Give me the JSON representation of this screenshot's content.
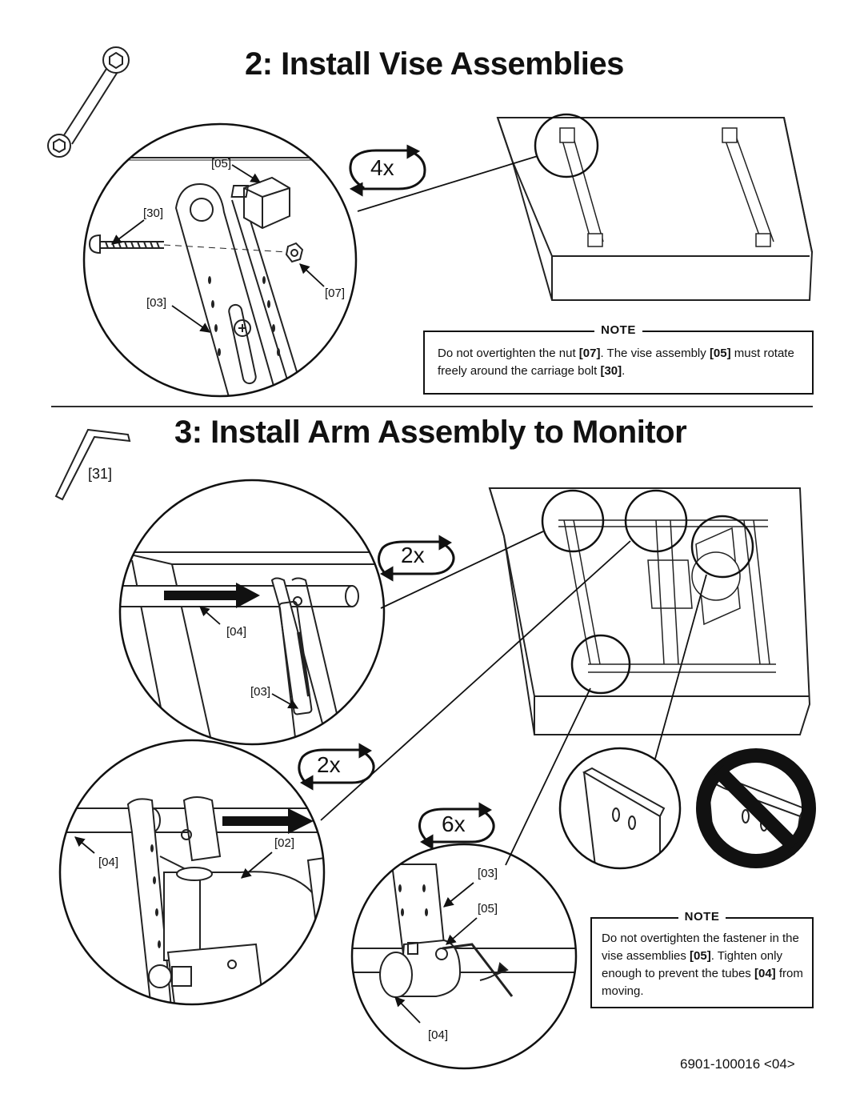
{
  "section2": {
    "title": "2: Install Vise Assemblies",
    "repeat": "4x",
    "labels": {
      "p05": "[05]",
      "p30": "[30]",
      "p03": "[03]",
      "p07": "[07]"
    },
    "note": {
      "heading": "NOTE",
      "t1": "Do not overtighten the nut ",
      "b1": "[07]",
      "t2": ". The vise assembly ",
      "b2": "[05]",
      "t3": " must rotate freely around the carriage bolt ",
      "b3": "[30]",
      "t4": "."
    }
  },
  "section3": {
    "title": "3: Install Arm Assembly to Monitor",
    "tool_label": "[31]",
    "repeat_a": "2x",
    "repeat_b": "2x",
    "repeat_c": "6x",
    "labels": {
      "p04a": "[04]",
      "p03a": "[03]",
      "p04b": "[04]",
      "p02": "[02]",
      "p03b": "[03]",
      "p05": "[05]",
      "p04c": "[04]"
    },
    "note": {
      "heading": "NOTE",
      "t1": "Do not overtighten the fastener in the vise assemblies ",
      "b1": "[05]",
      "t2": ".  Tighten only enough to prevent the tubes ",
      "b2": "[04]",
      "t3": " from moving."
    }
  },
  "doc_number": "6901-100016 <04>"
}
